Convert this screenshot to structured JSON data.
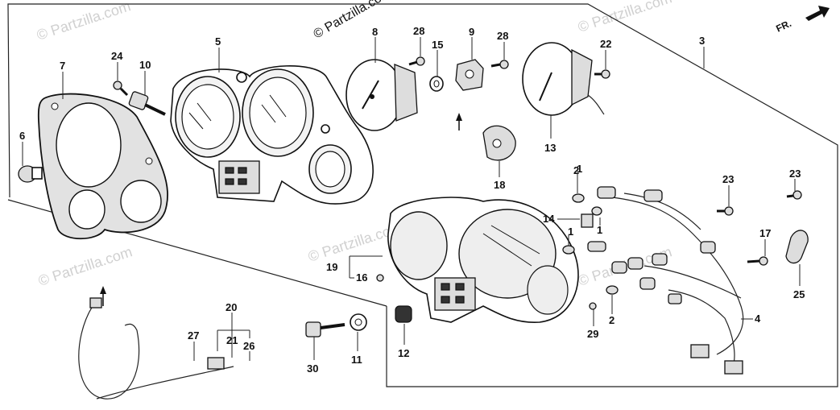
{
  "copyright": "© Partzilla.com",
  "watermark": "© Partzilla.com",
  "direction": "FR.",
  "callouts": [
    {
      "id": "c1a",
      "text": "1"
    },
    {
      "id": "c1b",
      "text": "1"
    },
    {
      "id": "c2a",
      "text": "2"
    },
    {
      "id": "c2b",
      "text": "2"
    },
    {
      "id": "c3",
      "text": "3"
    },
    {
      "id": "c4",
      "text": "4"
    },
    {
      "id": "c5",
      "text": "5"
    },
    {
      "id": "c6",
      "text": "6"
    },
    {
      "id": "c7",
      "text": "7"
    },
    {
      "id": "c8",
      "text": "8"
    },
    {
      "id": "c9",
      "text": "9"
    },
    {
      "id": "c10",
      "text": "10"
    },
    {
      "id": "c11",
      "text": "11"
    },
    {
      "id": "c12",
      "text": "12"
    },
    {
      "id": "c13",
      "text": "13"
    },
    {
      "id": "c14",
      "text": "14"
    },
    {
      "id": "c15",
      "text": "15"
    },
    {
      "id": "c16",
      "text": "16"
    },
    {
      "id": "c17",
      "text": "17"
    },
    {
      "id": "c18",
      "text": "18"
    },
    {
      "id": "c19",
      "text": "19"
    },
    {
      "id": "c20",
      "text": "20"
    },
    {
      "id": "c21",
      "text": "21"
    },
    {
      "id": "c22",
      "text": "22"
    },
    {
      "id": "c23a",
      "text": "23"
    },
    {
      "id": "c23b",
      "text": "23"
    },
    {
      "id": "c24",
      "text": "24"
    },
    {
      "id": "c25",
      "text": "25"
    },
    {
      "id": "c26",
      "text": "26"
    },
    {
      "id": "c27",
      "text": "27"
    },
    {
      "id": "c28a",
      "text": "28"
    },
    {
      "id": "c28b",
      "text": "28"
    },
    {
      "id": "c29",
      "text": "29"
    },
    {
      "id": "c30",
      "text": "30"
    }
  ]
}
